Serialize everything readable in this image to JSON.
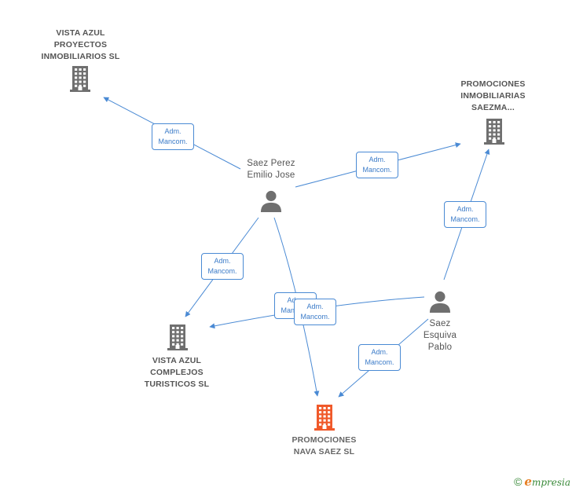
{
  "nodes": [
    {
      "id": "vista-proyectos",
      "kind": "company",
      "label": "VISTA AZUL\nPROYECTOS\nINMOBILIARIOS SL"
    },
    {
      "id": "promociones-saezma",
      "kind": "company",
      "label": "PROMOCIONES\nINMOBILIARIAS\nSAEZMA..."
    },
    {
      "id": "saez-perez",
      "kind": "person",
      "label": "Saez Perez\nEmilio Jose"
    },
    {
      "id": "saez-esquiva",
      "kind": "person",
      "label": "Saez\nEsquiva\nPablo"
    },
    {
      "id": "vista-complejos",
      "kind": "company",
      "label": "VISTA AZUL\nCOMPLEJOS\nTURISTICOS SL"
    },
    {
      "id": "promociones-nava",
      "kind": "company-main",
      "label": "PROMOCIONES\nNAVA SAEZ SL"
    }
  ],
  "relations": [
    {
      "from": "saez-perez",
      "to": "vista-proyectos",
      "line1": "Adm.",
      "line2": "Mancom."
    },
    {
      "from": "saez-perez",
      "to": "promociones-saezma",
      "line1": "Adm.",
      "line2": "Mancom."
    },
    {
      "from": "saez-esquiva",
      "to": "promociones-saezma",
      "line1": "Adm.",
      "line2": "Mancom."
    },
    {
      "from": "saez-perez",
      "to": "vista-complejos",
      "line1": "Adm.",
      "line2": "Mancom."
    },
    {
      "from": "saez-perez",
      "to": "promociones-nava",
      "line1": "Adm.",
      "line2": "Mancom."
    },
    {
      "from": "saez-esquiva",
      "to": "vista-complejos",
      "line1": "Adm.",
      "line2": "Mancom."
    },
    {
      "from": "saez-esquiva",
      "to": "promociones-nava",
      "line1": "Adm.",
      "line2": "Mancom."
    }
  ],
  "colors": {
    "edge": "#4a8ad4",
    "company_icon": "#6f6f6f",
    "main_company_icon": "#f0592a",
    "person_icon": "#6f6f6f"
  },
  "footer": {
    "symbol": "©",
    "brand_initial": "e",
    "brand_rest": "mpresia"
  }
}
